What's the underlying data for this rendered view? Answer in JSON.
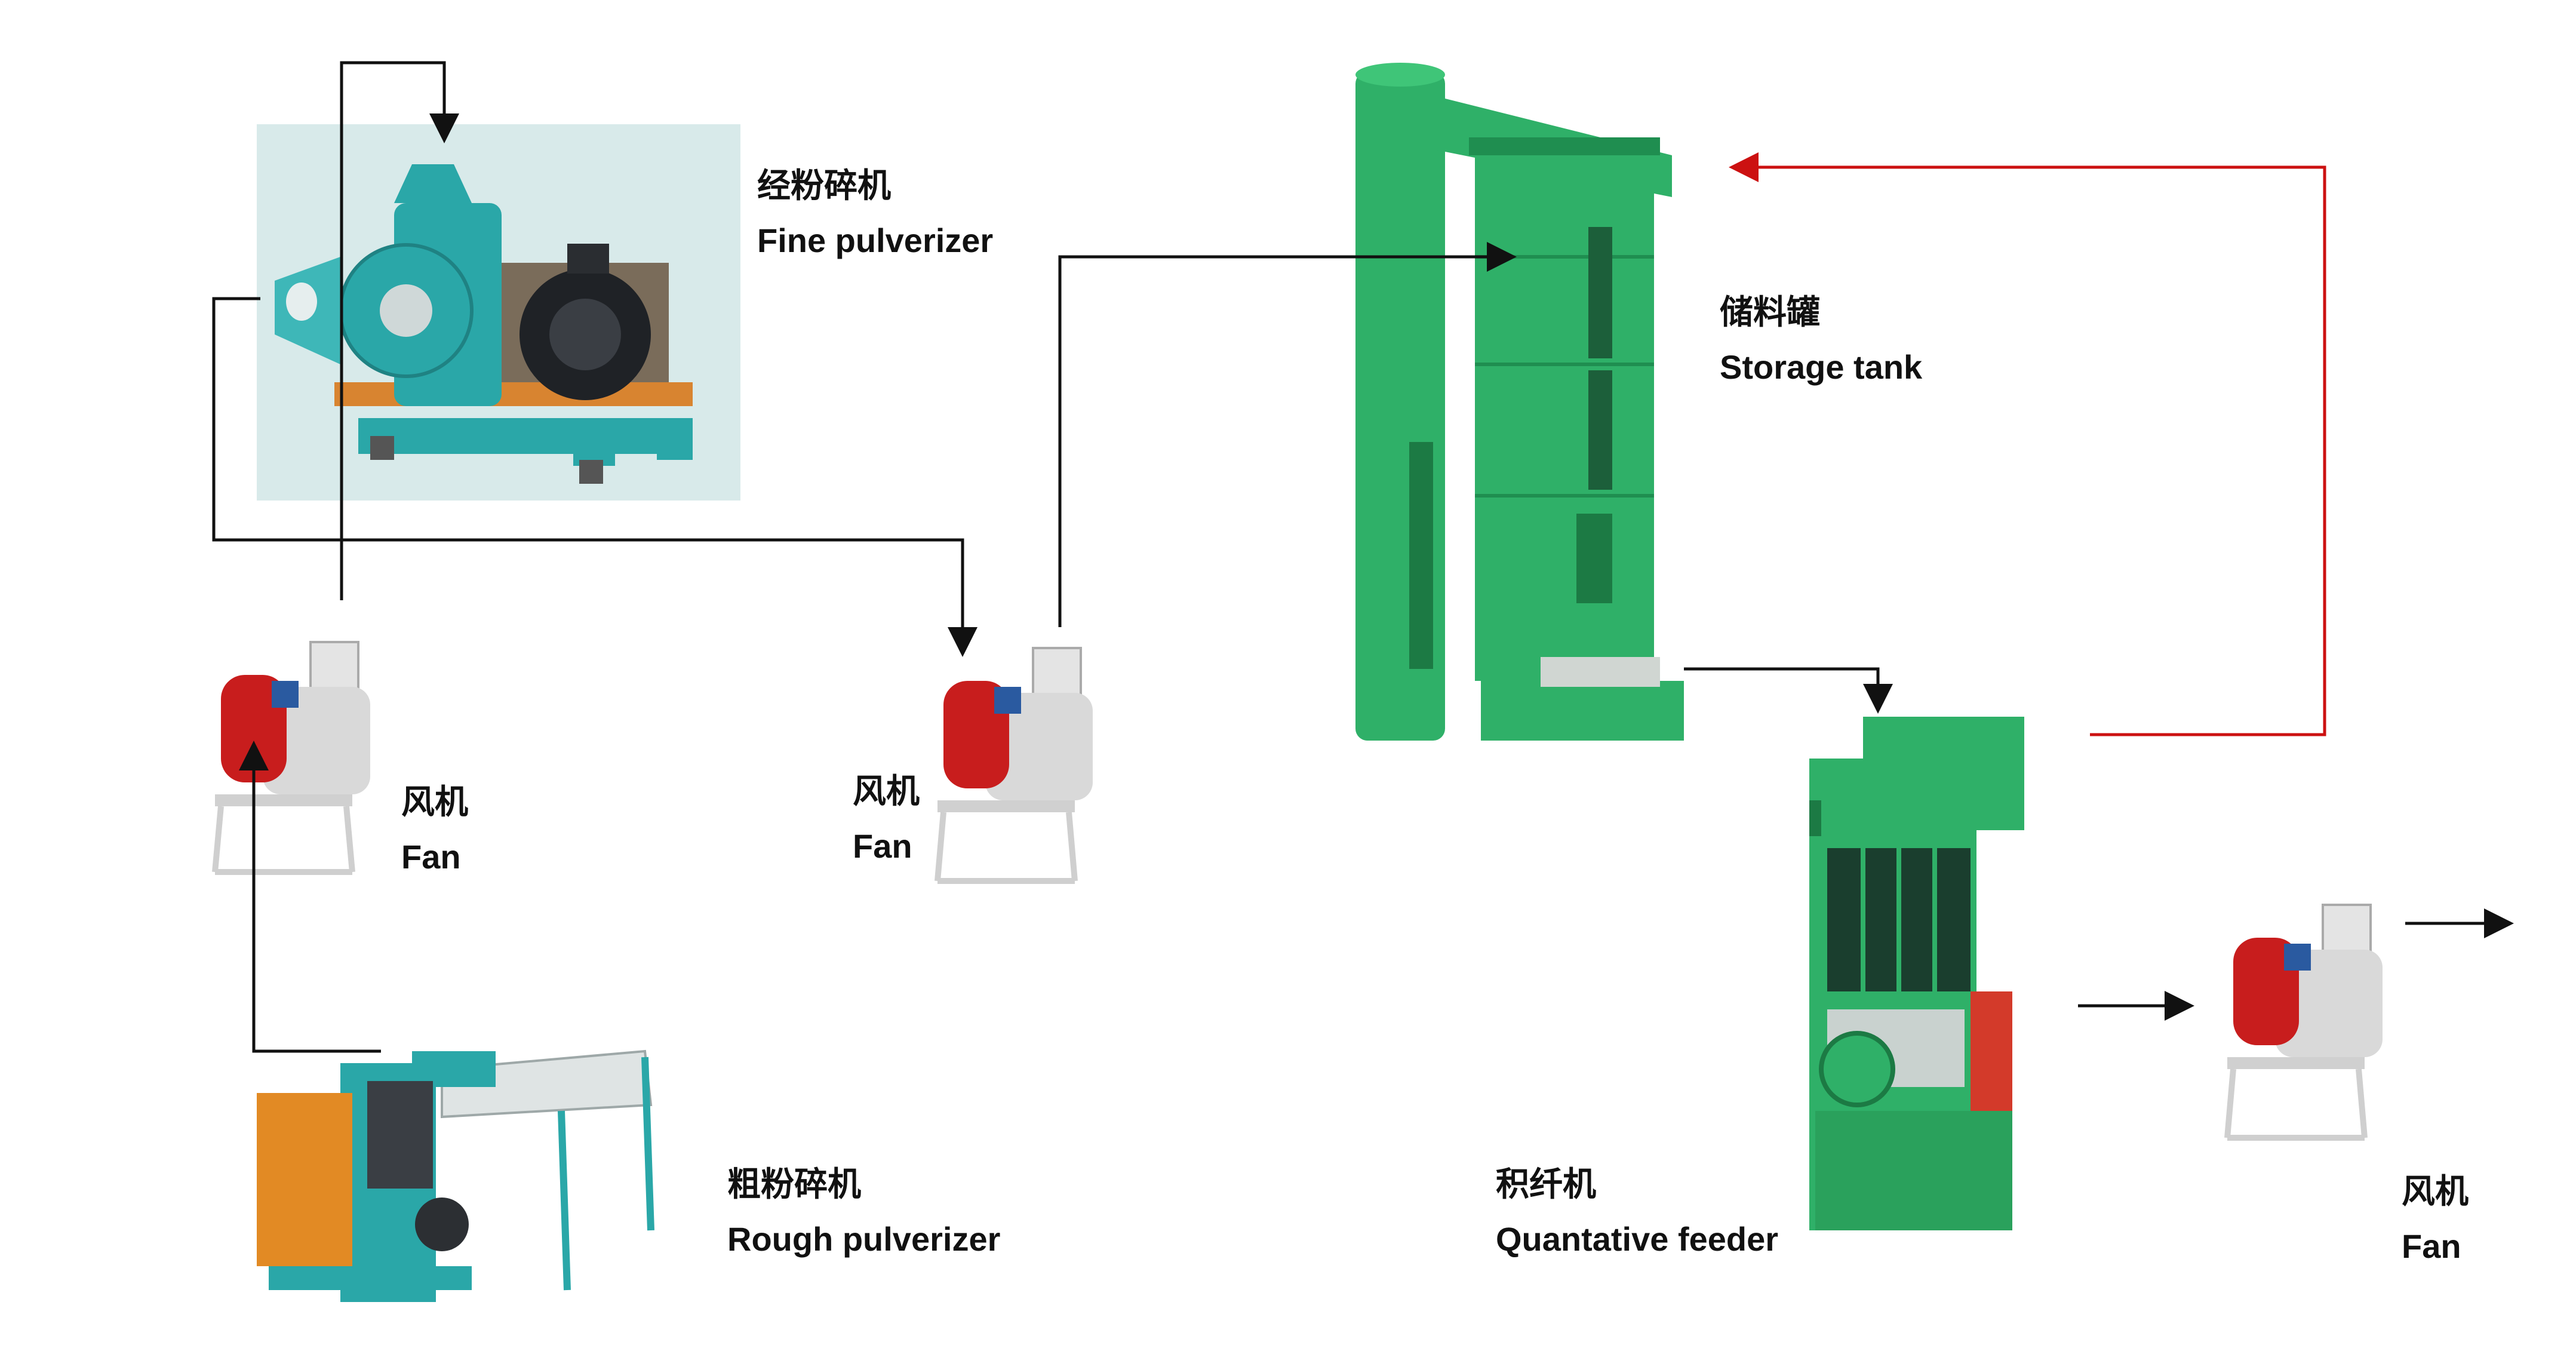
{
  "labels": {
    "fine_pulverizer": {
      "zh": "经粉碎机",
      "en": "Fine pulverizer"
    },
    "fan_left": {
      "zh": "风机",
      "en": "Fan"
    },
    "fan_middle": {
      "zh": "风机",
      "en": "Fan"
    },
    "fan_right": {
      "zh": "风机",
      "en": "Fan"
    },
    "storage_tank": {
      "zh": "储料罐",
      "en": "Storage tank"
    },
    "rough_pulverizer": {
      "zh": "粗粉碎机",
      "en": "Rough pulverizer"
    },
    "quantitative_feeder": {
      "zh": "积纤机",
      "en": "Quantative feeder"
    }
  },
  "colors": {
    "flow_arrow": "#111111",
    "return_arrow": "#cc1111",
    "fine_pulverizer_bg": "#d8eaea",
    "machine_teal": "#2aa7a8",
    "tank_green": "#2fb068",
    "fan_red": "#c81d1d"
  }
}
